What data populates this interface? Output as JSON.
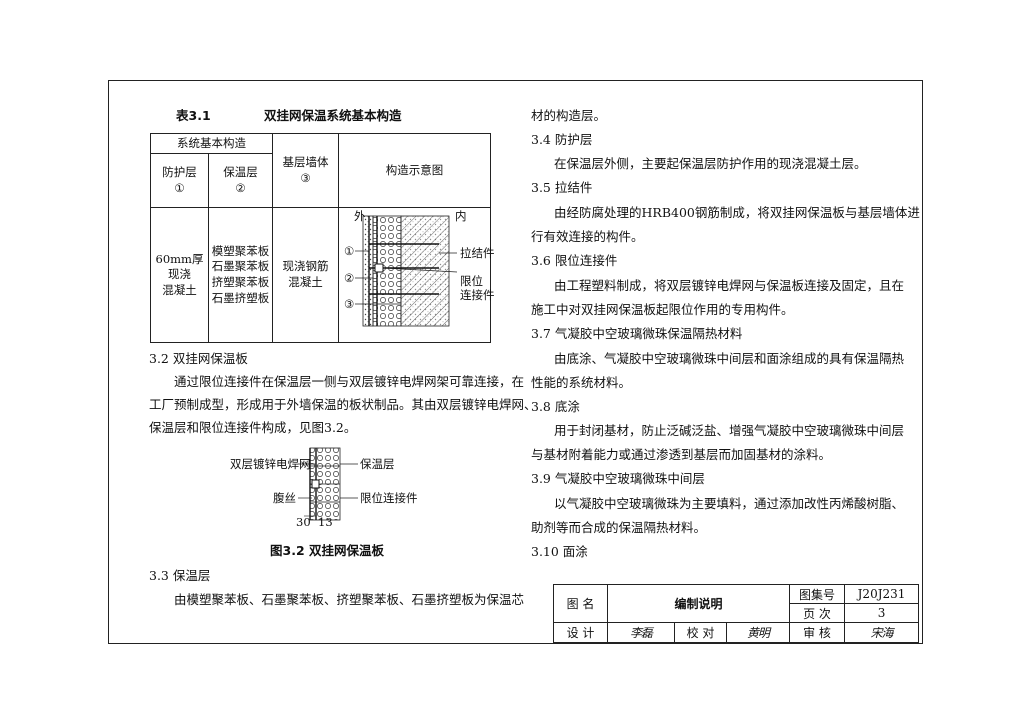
{
  "table_caption": {
    "number": "表3.1",
    "title": "双挂网保温系统基本构造"
  },
  "cons_table": {
    "header_group": "系统基本构造",
    "col_protect": "防护层",
    "col_protect_no": "①",
    "col_insul": "保温层",
    "col_insul_no": "②",
    "col_base": "基层墙体",
    "col_base_no": "③",
    "col_diagram": "构造示意图",
    "protect_lines": [
      "60mm厚",
      "现浇",
      "混凝土"
    ],
    "insul_lines": [
      "模塑聚苯板",
      "石墨聚苯板",
      "挤塑聚苯板",
      "石墨挤塑板"
    ],
    "base_lines": [
      "现浇钢筋",
      "混凝土"
    ],
    "diagram": {
      "outside": "外",
      "inside": "内",
      "n1": "①",
      "n2": "②",
      "n3": "③",
      "tie": "拉结件",
      "limit_1": "限位",
      "limit_2": "连接件"
    }
  },
  "left": {
    "s32_title": "3.2 双挂网保温板",
    "s32_p1": "通过限位连接件在保温层一侧与双层镀锌电焊网架可靠连接，在",
    "s32_p2": "工厂预制成型，形成用于外墙保温的板状制品。其由双层镀锌电焊网、",
    "s32_p3": "保温层和限位连接件构成，见图3.2。",
    "fig": {
      "mesh": "双层镀锌电焊网",
      "insul": "保温层",
      "wire": "腹丝",
      "limit": "限位连接件",
      "dim_a": "30",
      "dim_b": "13",
      "caption": "图3.2 双挂网保温板"
    },
    "s33_title": "3.3 保温层",
    "s33_p1": "由模塑聚苯板、石墨聚苯板、挤塑聚苯板、石墨挤塑板为保温芯"
  },
  "right": {
    "l1": "材的构造层。",
    "s34_title": "3.4 防护层",
    "s34_p1": "在保温层外侧，主要起保温层防护作用的现浇混凝土层。",
    "s35_title": "3.5 拉结件",
    "s35_p1": "由经防腐处理的HRB400钢筋制成，将双挂网保温板与基层墙体进",
    "s35_p2": "行有效连接的构件。",
    "s36_title": "3.6 限位连接件",
    "s36_p1": "由工程塑料制成，将双层镀锌电焊网与保温板连接及固定，且在",
    "s36_p2": "施工中对双挂网保温板起限位作用的专用构件。",
    "s37_title": "3.7 气凝胶中空玻璃微珠保温隔热材料",
    "s37_p1": "由底涂、气凝胶中空玻璃微珠中间层和面涂组成的具有保温隔热",
    "s37_p2": "性能的系统材料。",
    "s38_title": "3.8 底涂",
    "s38_p1": "用于封闭基材，防止泛碱泛盐、增强气凝胶中空玻璃微珠中间层",
    "s38_p2": "与基材附着能力或通过渗透到基层而加固基材的涂料。",
    "s39_title": "3.9 气凝胶中空玻璃微珠中间层",
    "s39_p1": "以气凝胶中空玻璃微珠为主要填料，通过添加改性丙烯酸树脂、",
    "s39_p2": "助剂等而合成的保温隔热材料。",
    "s310_title": "3.10 面涂"
  },
  "title_block": {
    "tuming_label": "图  名",
    "tuming_value": "编制说明",
    "atlas_label": "图集号",
    "atlas_value": "J20J231",
    "page_label": "页  次",
    "page_value": "3",
    "design_label": "设  计",
    "design_sig": "李磊",
    "check_label": "校  对",
    "check_sig": "黄明",
    "review_label": "审  核",
    "review_sig": "宋海"
  }
}
